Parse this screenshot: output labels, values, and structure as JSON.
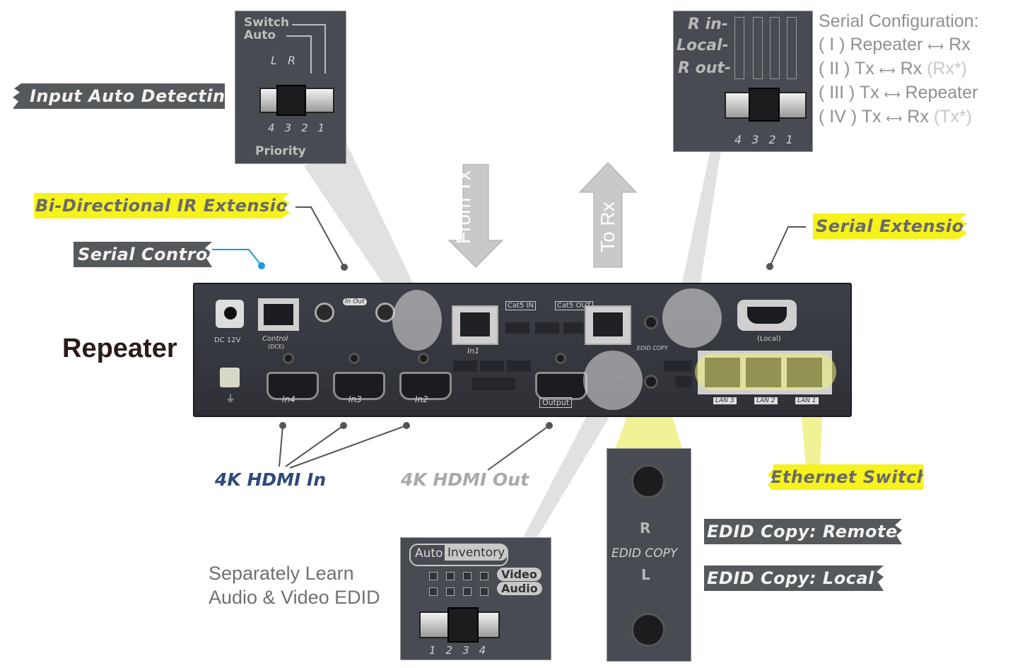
{
  "labels": {
    "input_auto_detecting": "Input Auto Detecting",
    "bi_directional_ir": "Bi-Directional IR Extension",
    "serial_control": "Serial Control",
    "serial_extension": "Serial Extension",
    "repeater": "Repeater",
    "from_tx": "From Tx",
    "to_rx": "To Rx",
    "hdmi_in": "4K HDMI In",
    "hdmi_out": "4K HDMI Out",
    "ethernet_switch": "Ethernet Switch",
    "edid_remote": "EDID Copy: Remote",
    "edid_local": "EDID Copy: Local",
    "separately_learn_1": "Separately Learn",
    "separately_learn_2": "Audio & Video EDID"
  },
  "serial_config": {
    "title": "Serial Configuration:",
    "rows": [
      {
        "num": "( I )",
        "left": "Repeater",
        "right": "Rx",
        "note": ""
      },
      {
        "num": "( II )",
        "left": "Tx",
        "right": "Rx",
        "note": "(Rx*)"
      },
      {
        "num": "( III )",
        "left": "Tx",
        "right": "Repeater",
        "note": ""
      },
      {
        "num": "( IV )",
        "left": "Tx",
        "right": "Rx",
        "note": "(Tx*)"
      }
    ]
  },
  "switch_panel": {
    "title1": "Switch",
    "title2": "Auto",
    "l": "L",
    "r": "R",
    "nums": [
      "4",
      "3",
      "2",
      "1"
    ],
    "priority": "Priority"
  },
  "serial_panel": {
    "rows": [
      "R in-",
      "Local-",
      "R out-"
    ],
    "nums": [
      "4",
      "3",
      "2",
      "1"
    ]
  },
  "edid_panel": {
    "r": "R",
    "text": "EDID COPY",
    "l": "L"
  },
  "inventory_panel": {
    "auto": "Auto",
    "inventory": "Inventory",
    "video": "Video",
    "audio": "Audio",
    "nums": [
      "1",
      "2",
      "3",
      "4"
    ]
  },
  "device": {
    "dc": "DC 12V",
    "control": "Control",
    "control_sub": "(DCE)",
    "in_out": "In Out",
    "hdmi_in4": "In4",
    "hdmi_in3": "In3",
    "hdmi_in2": "In2",
    "in1": "In1",
    "cat5_in": "Cat5 IN",
    "cat5_out": "Cat5 OUT",
    "output": "Output",
    "edid_copy": "EDID COPY",
    "local": "(Local)",
    "lan3": "LAN 3",
    "lan2": "LAN 2",
    "lan1": "LAN 1"
  },
  "colors": {
    "yellow_tag": "#f6f21c",
    "dark_tag": "#55595c",
    "hdmi_in_text": "#2f4a7a",
    "hdmi_out_text": "#a9a9a9",
    "serial_control_line": "#1a9ad6"
  }
}
